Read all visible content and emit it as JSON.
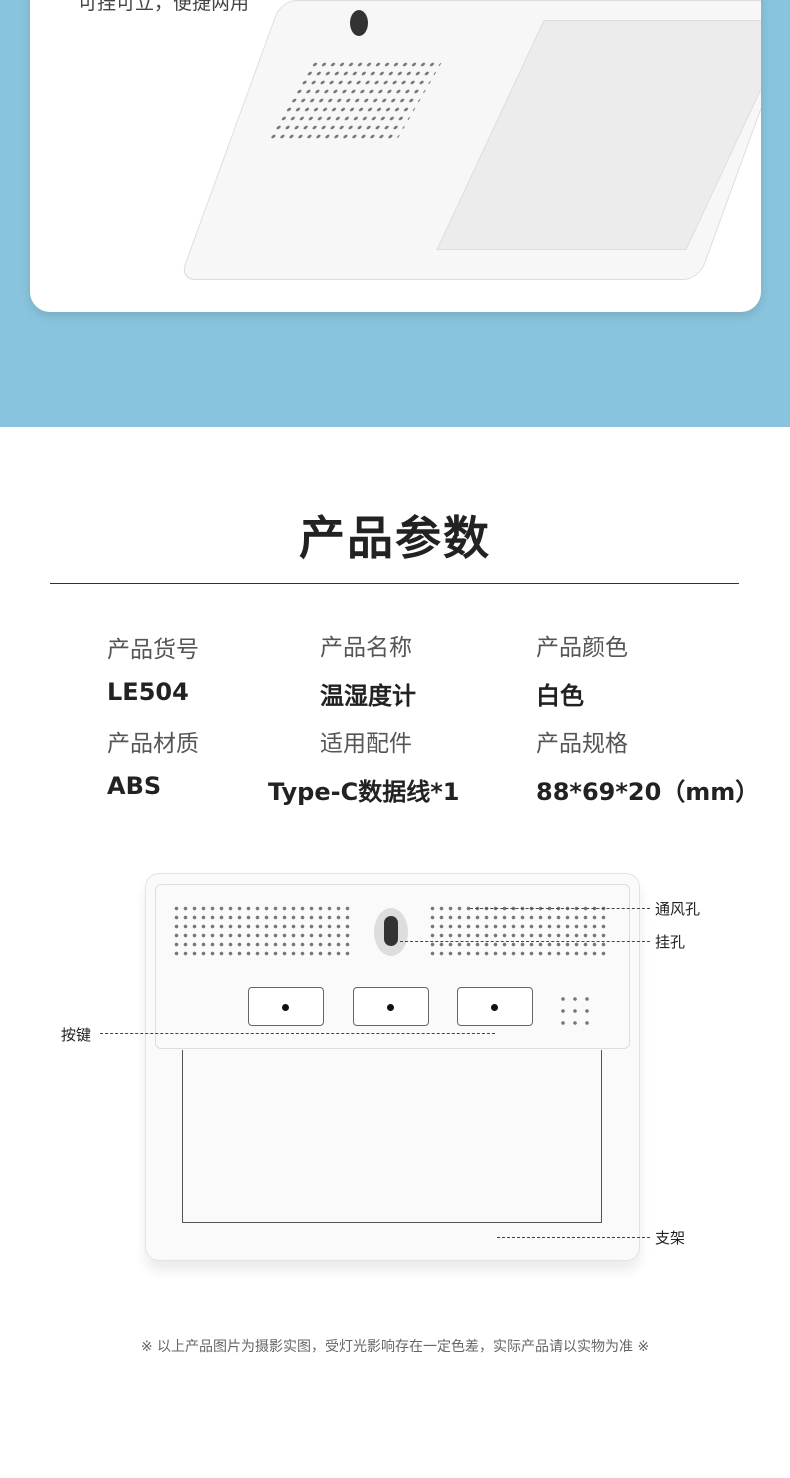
{
  "hero": {
    "tagline": "可挂可立，便捷两用"
  },
  "section_title": "产品参数",
  "specs": [
    {
      "label": "产品货号",
      "value": "LE504"
    },
    {
      "label": "产品名称",
      "value": "温湿度计"
    },
    {
      "label": "产品颜色",
      "value": "白色"
    },
    {
      "label": "产品材质",
      "value": "ABS"
    },
    {
      "label": "适用配件",
      "value": "Type-C数据线*1"
    },
    {
      "label": "产品规格",
      "value": "88*69*20（mm）"
    }
  ],
  "annotations": {
    "vent": "通风孔",
    "hang_hole": "挂孔",
    "buttons": "按键",
    "stand": "支架"
  },
  "footer_note": "※ 以上产品图片为摄影实图，受灯光影响存在一定色差，实际产品请以实物为准 ※",
  "colors": {
    "background_blue": "#89c4de"
  }
}
